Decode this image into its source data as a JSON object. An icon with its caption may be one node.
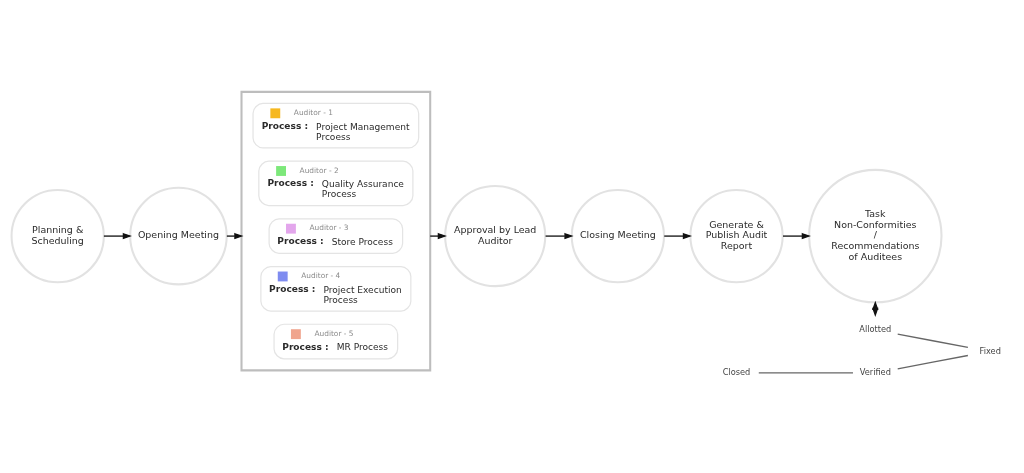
{
  "diagram": {
    "nodes": [
      {
        "text": [
          "Planning & Scheduling"
        ]
      },
      {
        "text": [
          "Opening Meeting"
        ]
      },
      {
        "text": [],
        "shape": "box"
      },
      {
        "text": [
          "Auditor - 1",
          "Process :",
          "Project Management Prcoess"
        ],
        "in": 2
      },
      {
        "text": [
          "Auditor - 2",
          "Process :",
          "Quality Assurance Process"
        ],
        "in": 2
      },
      {
        "text": [
          "Auditor - 3",
          "Process :",
          "Store Process"
        ],
        "in": 2
      },
      {
        "text": [
          "Auditor - 4",
          "Process :",
          "Project Execution Process"
        ],
        "in": 2
      },
      {
        "text": [
          "Auditor - 5",
          "Process :",
          "MR Process"
        ],
        "in": 2
      },
      {
        "text": [
          "Approval by Lead Auditor"
        ]
      },
      {
        "text": [
          "Closing Meeting"
        ]
      },
      {
        "text": [
          "Generate & Publish Audit Report"
        ]
      },
      {
        "text": [
          "Task Non-Conformities / Recommendations of Auditees"
        ]
      },
      {
        "text": [
          "Allotted"
        ]
      },
      {
        "text": [
          "Fixed"
        ]
      },
      {
        "text": [
          "Verified"
        ]
      },
      {
        "text": [
          "Closed"
        ]
      }
    ],
    "edges": [
      {
        "from": 0,
        "to": 1,
        "arrow": "to"
      },
      {
        "from": 1,
        "to": 2,
        "arrow": "to"
      },
      {
        "from": 2,
        "to": 8,
        "arrow": "to"
      },
      {
        "from": 8,
        "to": 9,
        "arrow": "to"
      },
      {
        "from": 9,
        "to": 10,
        "arrow": "to"
      },
      {
        "from": 10,
        "to": 11,
        "arrow": "to"
      },
      {
        "from": 11,
        "to": 12,
        "arrow": "both"
      },
      {
        "from": 12,
        "to": 13,
        "arrow": "none",
        "color": "#666666"
      },
      {
        "from": 13,
        "to": 14,
        "arrow": "none",
        "color": "#666666"
      },
      {
        "from": 14,
        "to": 15,
        "arrow": "none",
        "color": "#666666"
      }
    ]
  }
}
